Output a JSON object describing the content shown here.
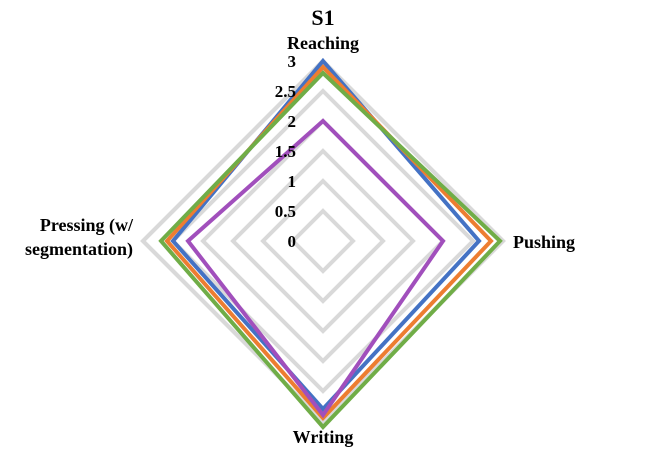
{
  "chart_data": {
    "type": "radar",
    "title": "S1",
    "axes": [
      "Reaching",
      "Pushing",
      "Writing",
      "Pressing (w/ segmentation)"
    ],
    "axis_label_lines": [
      [
        "Reaching"
      ],
      [
        "Pushing"
      ],
      [
        "Writing"
      ],
      [
        "Pressing (w/",
        "segmentation)"
      ]
    ],
    "ticks": [
      "0",
      "0.5",
      "1",
      "1.5",
      "2",
      "2.5",
      "3"
    ],
    "range": [
      0,
      3
    ],
    "grid": true,
    "legend": "none",
    "series": [
      {
        "color": "#d9d9d9",
        "values": [
          3,
          3,
          3,
          3
        ]
      },
      {
        "color": "#4472c4",
        "values": [
          3,
          2.6,
          2.8,
          2.5
        ]
      },
      {
        "color": "#ed7d31",
        "values": [
          2.9,
          2.8,
          2.95,
          2.6
        ]
      },
      {
        "color": "#70ad47",
        "values": [
          2.8,
          2.95,
          3.1,
          2.7
        ]
      },
      {
        "color": "#a14fbc",
        "values": [
          2.0,
          2.0,
          2.9,
          2.25
        ]
      }
    ]
  }
}
